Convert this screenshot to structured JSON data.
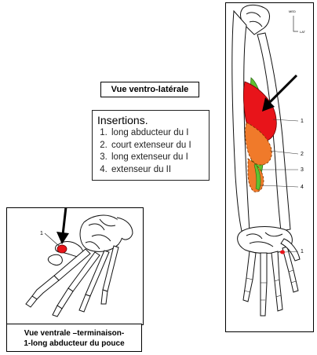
{
  "view_title": "Vue ventro-latérale",
  "insertions": {
    "heading": "Insertions.",
    "items": [
      "long abducteur du I",
      "court extenseur du I",
      "long extenseur du I",
      "extenseur du II"
    ]
  },
  "left_caption": {
    "line1": "Vue ventrale –terminaison-",
    "line2": "1-long abducteur du pouce"
  },
  "left_label": "1",
  "right_labels": [
    "1",
    "2",
    "3",
    "4",
    "1"
  ],
  "corner_marks": [
    "MED",
    "LAT"
  ],
  "colors": {
    "red": "#e8141a",
    "orange": "#f07a2a",
    "green": "#5fc131"
  }
}
